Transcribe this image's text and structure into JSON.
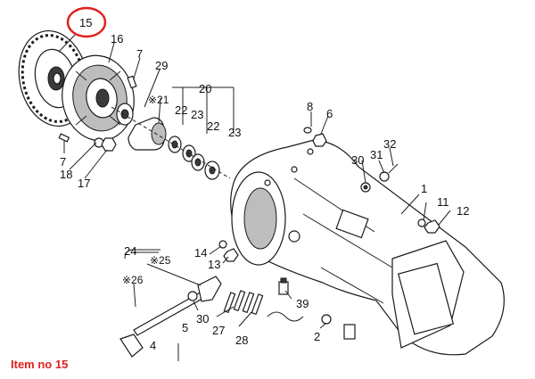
{
  "highlight_color": "#e0201c",
  "highlighted_item": "15",
  "caption": "Item no 15",
  "labels": {
    "p15": "15",
    "p16": "16",
    "p7a": "7",
    "p29": "29",
    "p20": "20",
    "p21": "※21",
    "p22a": "22",
    "p23a": "23",
    "p22b": "22",
    "p23b": "23",
    "p7b": "7",
    "p18": "18",
    "p17": "17",
    "p8": "8",
    "p6": "6",
    "p32": "32",
    "p30a": "30",
    "p31": "31",
    "p1": "1",
    "p11": "11",
    "p12": "12",
    "p14": "14",
    "p13": "13",
    "p24": "24",
    "p25": "※25",
    "p26": "※26",
    "p30b": "30",
    "p27": "27",
    "p28": "28",
    "p39": "39",
    "p2": "2",
    "p5": "5",
    "p4": "4"
  }
}
